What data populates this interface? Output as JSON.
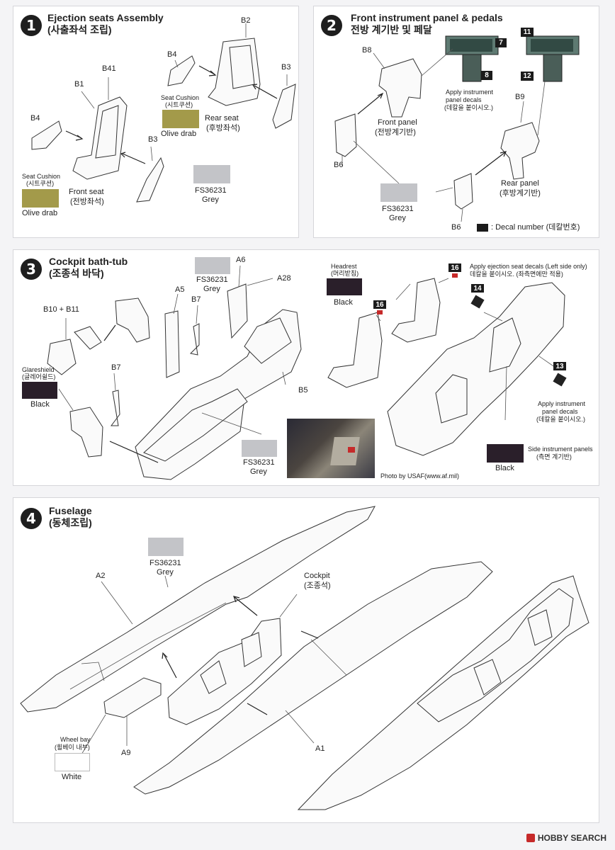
{
  "steps": [
    {
      "number": "1",
      "title": "Ejection seats Assembly",
      "subtitle": "(사출좌석 조립)"
    },
    {
      "number": "2",
      "title": "Front instrument panel & pedals",
      "subtitle": "전방 계기반 및 페달"
    },
    {
      "number": "3",
      "title": "Cockpit bath-tub",
      "subtitle": "(조종석 바닥)"
    },
    {
      "number": "4",
      "title": "Fuselage",
      "subtitle": "(동체조립)"
    }
  ],
  "step1": {
    "parts": {
      "b2": "B2",
      "b4a": "B4",
      "b3a": "B3",
      "b41": "B41",
      "b1": "B1",
      "b4b": "B4",
      "b3b": "B3"
    },
    "seat_cushion_rear": {
      "label": "Seat Cushion",
      "label_kr": "(시트쿠션)",
      "color_name": "Olive drab"
    },
    "rear_seat": {
      "label": "Rear seat",
      "label_kr": "(후방좌석)"
    },
    "seat_cushion_front": {
      "label": "Seat Cushion",
      "label_kr": "(시트쿠션)",
      "color_name": "Olive drab"
    },
    "front_seat": {
      "label": "Front seat",
      "label_kr": "(전방좌석)"
    },
    "grey": {
      "code": "FS36231",
      "name": "Grey"
    }
  },
  "step2": {
    "parts": {
      "b8": "B8",
      "b6a": "B6",
      "b9": "B9",
      "b6b": "B6"
    },
    "decals": {
      "d7": "7",
      "d8": "8",
      "d11": "11",
      "d12": "12"
    },
    "apply_decals": {
      "line1": "Apply instrument",
      "line2": "panel decals",
      "line3": "(데칼을 붙이시오.)"
    },
    "front_panel": {
      "label": "Front panel",
      "label_kr": "(전방계기반)"
    },
    "rear_panel": {
      "label": "Rear panel",
      "label_kr": "(후방계기반)"
    },
    "grey": {
      "code": "FS36231",
      "name": "Grey"
    },
    "legend": ": Decal number (데칼번호)"
  },
  "step3": {
    "parts": {
      "a6": "A6",
      "a28": "A28",
      "a5": "A5",
      "b7a": "B7",
      "b10b11": "B10 + B11",
      "b7b": "B7",
      "b5": "B5"
    },
    "grey_top": {
      "code": "FS36231",
      "name": "Grey"
    },
    "grey_bottom": {
      "code": "FS36231",
      "name": "Grey"
    },
    "glareshield": {
      "label": "Glareshield",
      "label_kr": "(글레어쉴드)",
      "color_name": "Black"
    },
    "headrest": {
      "label": "Headrest",
      "label_kr": "(머리받침)",
      "color_name": "Black"
    },
    "decals": {
      "d16a": "16",
      "d16b": "16",
      "d14": "14",
      "d13": "13"
    },
    "apply_seat_decals": {
      "line1": "Apply ejection seat decals (Left side only)",
      "line2": "데칼을 붙이시오. (좌측면에만 적용)"
    },
    "apply_panel_decals": {
      "line1": "Apply instrument",
      "line2": "panel decals",
      "line3": "(데칼을 붙이시오.)"
    },
    "side_panels": {
      "label": "Side instrument panels",
      "label_kr": "(측면 계기반)",
      "color_name": "Black"
    },
    "photo_credit": "Photo by USAF(www.af.mil)"
  },
  "step4": {
    "grey": {
      "code": "FS36231",
      "name": "Grey"
    },
    "parts": {
      "a2": "A2",
      "a9": "A9",
      "a1": "A1"
    },
    "cockpit": {
      "label": "Cockpit",
      "label_kr": "(조종석)"
    },
    "wheel_bay": {
      "label": "Wheel bay",
      "label_kr": "(휠베이 내부)",
      "color_name": "White"
    }
  },
  "footer": {
    "brand": "HOBBY SEARCH"
  },
  "colors": {
    "olive_drab": "#a39a4a",
    "grey": "#c3c4c8",
    "black": "#2a1f2a",
    "white": "#ffffff",
    "badge": "#1e1e1e"
  }
}
